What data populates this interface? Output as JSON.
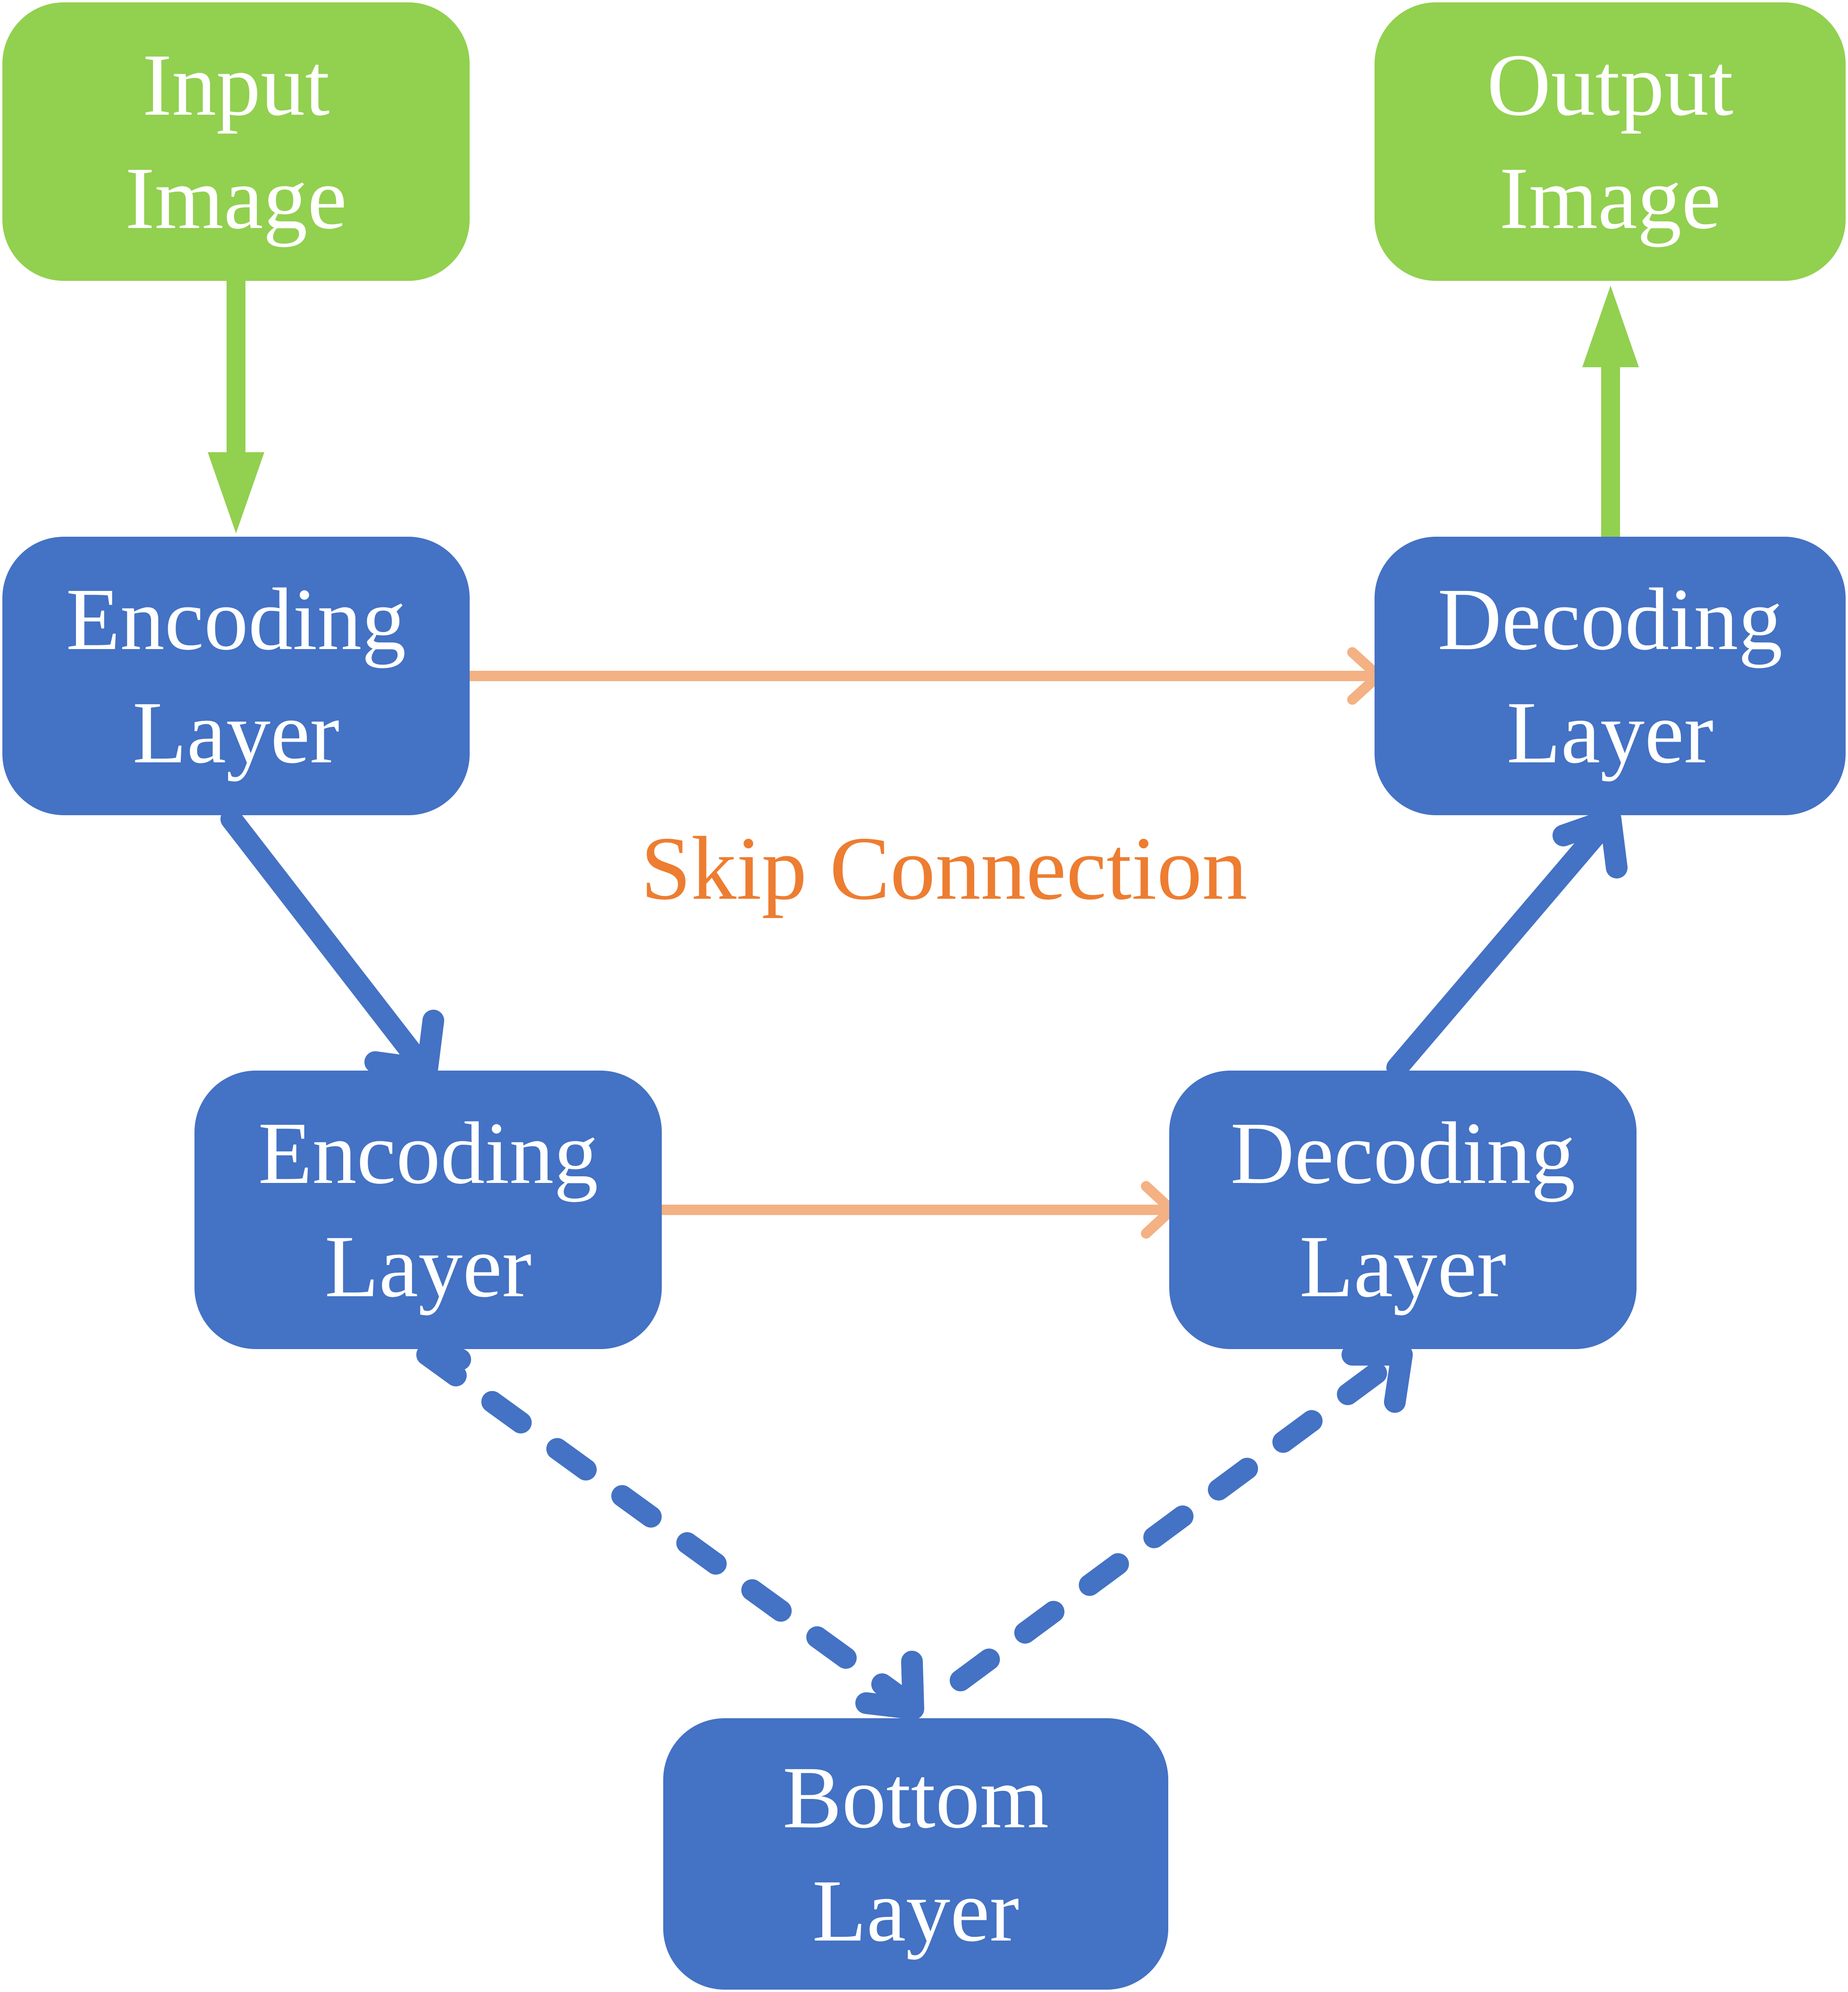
{
  "nodes": {
    "input": {
      "line1": "Input",
      "line2": "Image"
    },
    "output": {
      "line1": "Output",
      "line2": "Image"
    },
    "enc1": {
      "line1": "Encoding",
      "line2": "Layer"
    },
    "dec1": {
      "line1": "Decoding",
      "line2": "Layer"
    },
    "enc2": {
      "line1": "Encoding",
      "line2": "Layer"
    },
    "dec2": {
      "line1": "Decoding",
      "line2": "Layer"
    },
    "bottom": {
      "line1": "Bottom",
      "line2": "Layer"
    }
  },
  "skip_label": "Skip Connection",
  "colors": {
    "io_box": "#92d050",
    "layer_box": "#4472c4",
    "skip_arrow": "#f4b183",
    "skip_text": "#ed7d31",
    "label_text": "#ffffff"
  },
  "edges": [
    {
      "from": "input",
      "to": "enc1",
      "style": "solid"
    },
    {
      "from": "enc1",
      "to": "enc2",
      "style": "solid"
    },
    {
      "from": "enc2",
      "to": "bottom",
      "style": "dashed"
    },
    {
      "from": "bottom",
      "to": "dec2",
      "style": "dashed"
    },
    {
      "from": "dec2",
      "to": "dec1",
      "style": "solid"
    },
    {
      "from": "dec1",
      "to": "output",
      "style": "solid"
    },
    {
      "from": "enc1",
      "to": "dec1",
      "style": "skip"
    },
    {
      "from": "enc2",
      "to": "dec2",
      "style": "skip"
    }
  ]
}
